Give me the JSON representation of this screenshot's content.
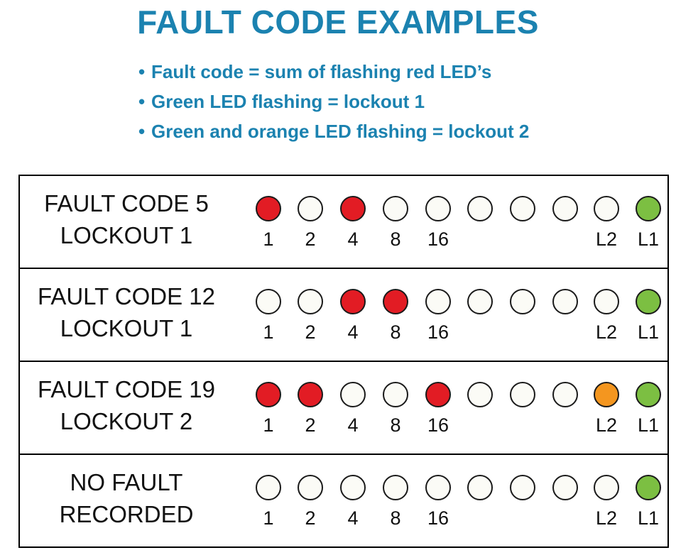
{
  "title": "FAULT CODE EXAMPLES",
  "bullets": [
    "Fault code = sum of flashing red LED’s",
    "Green LED flashing = lockout 1",
    "Green and orange LED flashing = lockout 2"
  ],
  "bullet_marker": "•",
  "colors": {
    "title": "#1b82b0",
    "red": "#e21c24",
    "green": "#7cbf42",
    "orange": "#f4961f",
    "off": "#fbfbf6"
  },
  "led_labels": [
    "1",
    "2",
    "4",
    "8",
    "16",
    "",
    "",
    "",
    "L2",
    "L1"
  ],
  "rows": [
    {
      "line1": "FAULT CODE 5",
      "line2": "LOCKOUT 1",
      "leds": [
        "red",
        "off",
        "red",
        "off",
        "off",
        "off",
        "off",
        "off",
        "off",
        "green"
      ]
    },
    {
      "line1": "FAULT CODE 12",
      "line2": "LOCKOUT 1",
      "leds": [
        "off",
        "off",
        "red",
        "red",
        "off",
        "off",
        "off",
        "off",
        "off",
        "green"
      ]
    },
    {
      "line1": "FAULT CODE 19",
      "line2": "LOCKOUT 2",
      "leds": [
        "red",
        "red",
        "off",
        "off",
        "red",
        "off",
        "off",
        "off",
        "orange",
        "green"
      ]
    },
    {
      "line1": "NO FAULT",
      "line2": "RECORDED",
      "leds": [
        "off",
        "off",
        "off",
        "off",
        "off",
        "off",
        "off",
        "off",
        "off",
        "green"
      ]
    }
  ]
}
